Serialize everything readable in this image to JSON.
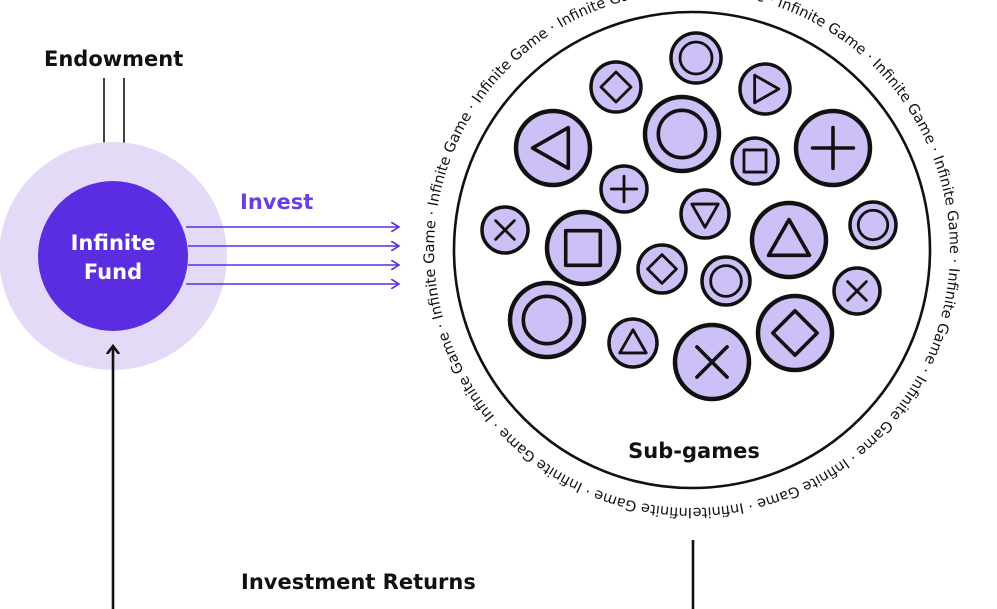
{
  "endowment_label": "Endowment",
  "fund_label_line1": "Infinite",
  "fund_label_line2": "Fund",
  "invest_label": "Invest",
  "returns_label": "Investment Returns",
  "subgames_label": "Sub-games",
  "ring_phrase": "Infinite Game",
  "ring_separator": "·",
  "colors": {
    "fund_core": "#5b2de0",
    "fund_halo": "#e4daf8",
    "invest_text": "#6a3ee0",
    "invest_arrows": "#5b2de0",
    "game_fill": "#ccc0f7",
    "ink": "#111111"
  },
  "subgame_icons": [
    "circle-icon",
    "diamond-icon",
    "triangle-right-icon",
    "triangle-left-icon",
    "circle-icon",
    "square-icon",
    "plus-icon",
    "plus-icon",
    "triangle-down-icon",
    "cross-icon",
    "square-icon",
    "triangle-up-icon",
    "circle-icon",
    "diamond-icon",
    "circle-icon",
    "cross-icon",
    "circle-icon",
    "triangle-up-icon",
    "cross-icon",
    "diamond-icon"
  ]
}
